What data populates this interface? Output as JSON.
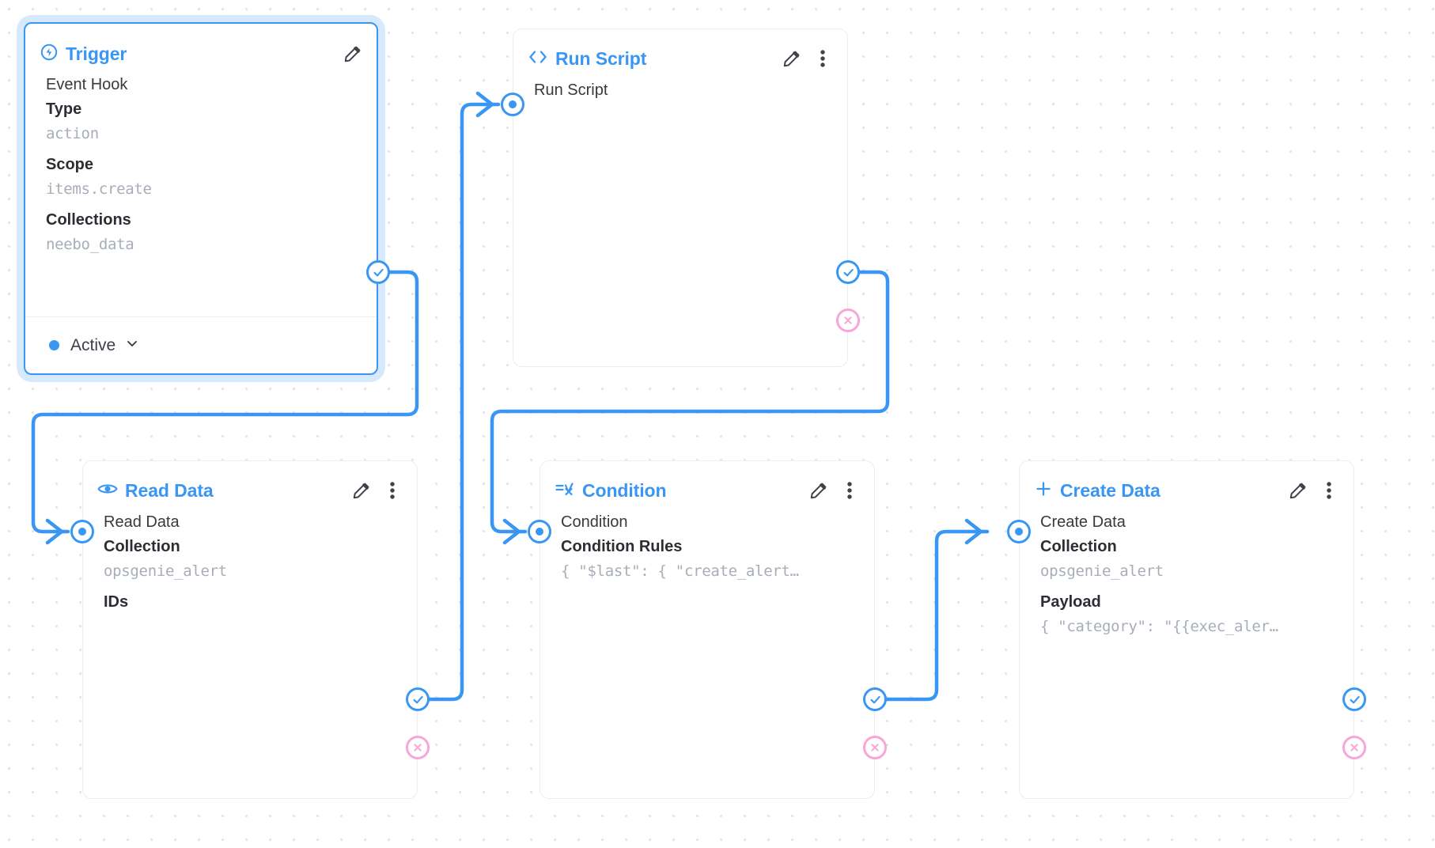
{
  "app": {
    "name": "flow-editor-canvas",
    "background": "#ffffff",
    "grid_dot_color": "#e4e6e9"
  },
  "colors": {
    "accent": "#3a96f3",
    "accent_soft": "#d7e9fd",
    "reject": "#f9a5d6",
    "mono_text": "#a7aeb9",
    "label_text": "#37393d",
    "card_border": "#ebedef"
  },
  "nodes": [
    {
      "id": "trigger",
      "title": "Trigger",
      "icon": "bolt-circle-icon",
      "selected": true,
      "rows": [
        {
          "kind": "label",
          "text": "Event Hook"
        },
        {
          "kind": "strong",
          "text": "Type"
        },
        {
          "kind": "mono",
          "text": "action"
        },
        {
          "kind": "strong",
          "text": "Scope"
        },
        {
          "kind": "mono",
          "text": "items.create"
        },
        {
          "kind": "strong",
          "text": "Collections"
        },
        {
          "kind": "mono",
          "text": "neebo_data"
        }
      ],
      "footer": {
        "status_label": "Active",
        "status_color": "#3a96f3",
        "chevron": "chevron-down-icon"
      },
      "has_edit": true,
      "has_menu": false,
      "ports": {
        "input": false,
        "resolve": true,
        "reject": false
      }
    },
    {
      "id": "run-script",
      "title": "Run Script",
      "icon": "code-brackets-icon",
      "selected": false,
      "rows": [
        {
          "kind": "label",
          "text": "Run Script"
        }
      ],
      "has_edit": true,
      "has_menu": true,
      "ports": {
        "input": true,
        "resolve": true,
        "reject": true
      }
    },
    {
      "id": "read-data",
      "title": "Read Data",
      "icon": "eye-icon",
      "selected": false,
      "rows": [
        {
          "kind": "label",
          "text": "Read Data"
        },
        {
          "kind": "strong",
          "text": "Collection"
        },
        {
          "kind": "mono",
          "text": "opsgenie_alert"
        },
        {
          "kind": "strong",
          "text": "IDs"
        }
      ],
      "has_edit": true,
      "has_menu": true,
      "ports": {
        "input": true,
        "resolve": true,
        "reject": true
      }
    },
    {
      "id": "condition",
      "title": "Condition",
      "icon": "condition-filter-icon",
      "selected": false,
      "rows": [
        {
          "kind": "label",
          "text": "Condition"
        },
        {
          "kind": "strong",
          "text": "Condition Rules"
        },
        {
          "kind": "mono",
          "text": "{ \"$last\": { \"create_alert…"
        }
      ],
      "has_edit": true,
      "has_menu": true,
      "ports": {
        "input": true,
        "resolve": true,
        "reject": true
      }
    },
    {
      "id": "create-data",
      "title": "Create Data",
      "icon": "plus-icon",
      "selected": false,
      "rows": [
        {
          "kind": "label",
          "text": "Create Data"
        },
        {
          "kind": "strong",
          "text": "Collection"
        },
        {
          "kind": "mono",
          "text": "opsgenie_alert"
        },
        {
          "kind": "strong",
          "text": "Payload"
        },
        {
          "kind": "mono",
          "text": "{ \"category\": \"{{exec_aler…"
        }
      ],
      "has_edit": true,
      "has_menu": true,
      "ports": {
        "input": true,
        "resolve": true,
        "reject": true
      }
    }
  ],
  "edges": [
    {
      "from": "trigger.resolve",
      "to": "read-data.input",
      "color": "#3a96f3"
    },
    {
      "from": "read-data.resolve",
      "to": "run-script.input",
      "color": "#3a96f3"
    },
    {
      "from": "run-script.resolve",
      "to": "condition.input",
      "color": "#3a96f3"
    },
    {
      "from": "condition.resolve",
      "to": "create-data.input",
      "color": "#3a96f3"
    }
  ]
}
